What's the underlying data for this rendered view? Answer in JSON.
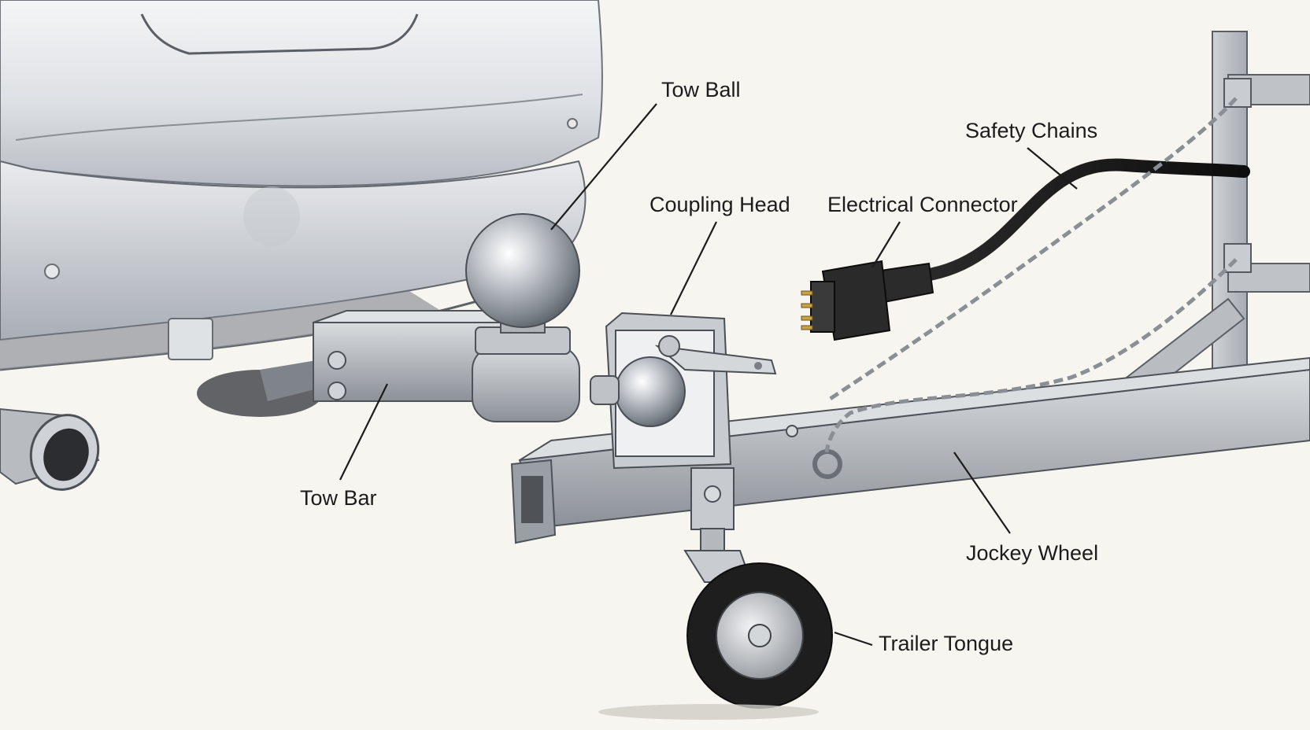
{
  "labels": {
    "tow_ball": "Tow Ball",
    "safety_chains": "Safety Chains",
    "coupling_head": "Coupling Head",
    "electrical_connector": "Electrical Connector",
    "tow_bar": "Tow Bar",
    "jockey_wheel": "Jockey Wheel",
    "trailer_tongue": "Trailer Tongue"
  },
  "colors": {
    "background": "#f7f5ef",
    "metal": "#b9bdc2",
    "metal_dark": "#7d8288",
    "tire": "#1e1e1e",
    "cable": "#151515",
    "leader_line": "#1c1c1c"
  }
}
